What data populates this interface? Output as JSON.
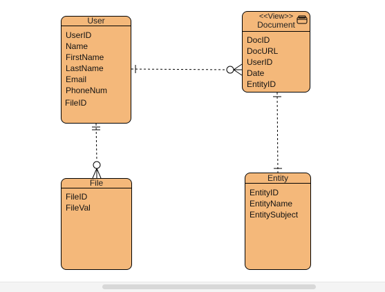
{
  "entities": {
    "user": {
      "title": "User",
      "fields": [
        "UserID",
        "Name",
        "FirstName",
        "LastName",
        "Email",
        "PhoneNum",
        "FileID"
      ]
    },
    "file": {
      "title": "File",
      "fields": [
        "FileID",
        "FileVal"
      ]
    },
    "document": {
      "stereotype": "<<View>>",
      "title": "Document",
      "fields": [
        "DocID",
        "DocURL",
        "UserID",
        "Date",
        "EntityID"
      ]
    },
    "entity": {
      "title": "Entity",
      "fields": [
        "EntityID",
        "EntityName",
        "EntitySubject"
      ]
    }
  },
  "colors": {
    "entity_fill": "#f4b87a",
    "stroke": "#000000"
  },
  "relationships": [
    {
      "from": "user",
      "to": "document",
      "from_end": "one",
      "to_end": "zero-or-many"
    },
    {
      "from": "user",
      "to": "file",
      "from_end": "one",
      "to_end": "zero-or-many"
    },
    {
      "from": "document",
      "to": "entity",
      "from_end": "one",
      "to_end": "one"
    }
  ]
}
